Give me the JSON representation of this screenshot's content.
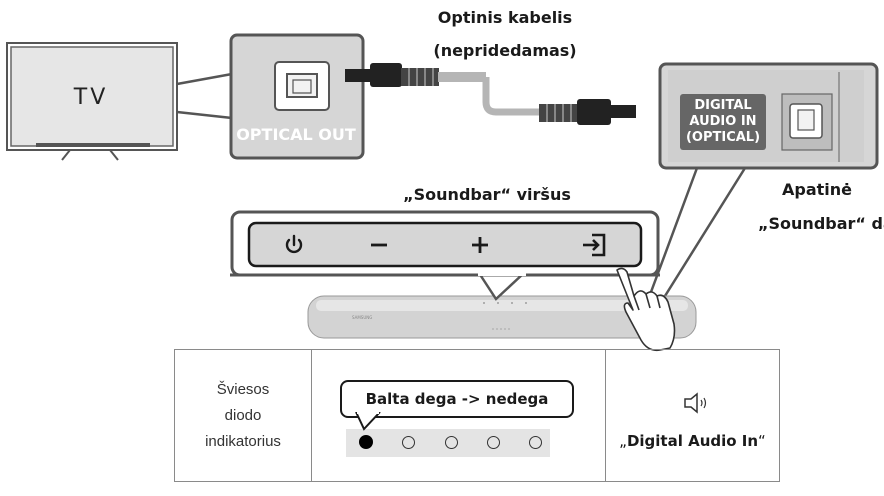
{
  "tv": {
    "label": "TV"
  },
  "optical_out": {
    "label": "OPTICAL OUT"
  },
  "cable": {
    "label_line1": "Optinis kabelis",
    "label_line2": "(nepridedamas)"
  },
  "soundbar_port": {
    "label": "DIGITAL AUDIO IN (OPTICAL)",
    "line1": "DIGITAL",
    "line2": "AUDIO IN",
    "line3": "(OPTICAL)"
  },
  "soundbar_bottom": {
    "line1": "Apatinė",
    "line2": "„Soundbar“ dalis"
  },
  "soundbar_top": {
    "label": "„Soundbar“ viršus"
  },
  "buttons": [
    {
      "name": "power",
      "glyph": "⏻"
    },
    {
      "name": "volume-down",
      "glyph": "−"
    },
    {
      "name": "volume-up",
      "glyph": "+"
    },
    {
      "name": "source",
      "glyph": "⇥"
    }
  ],
  "brand": {
    "logo_text": "SAMSUNG"
  },
  "led_table": {
    "label_line1": "Šviesos",
    "label_line2": "diodo",
    "label_line3": "indikatorius",
    "callout": "Balta dega -> nedega",
    "leds": [
      true,
      false,
      false,
      false,
      false
    ],
    "mode_prefix": "„",
    "mode_name": "Digital Audio In",
    "mode_suffix": "“"
  },
  "colors": {
    "panel_gray": "#d9d9d9",
    "outline": "#555555",
    "cable_gray": "#b5b5b5",
    "led_bg": "#e4e4e4"
  }
}
